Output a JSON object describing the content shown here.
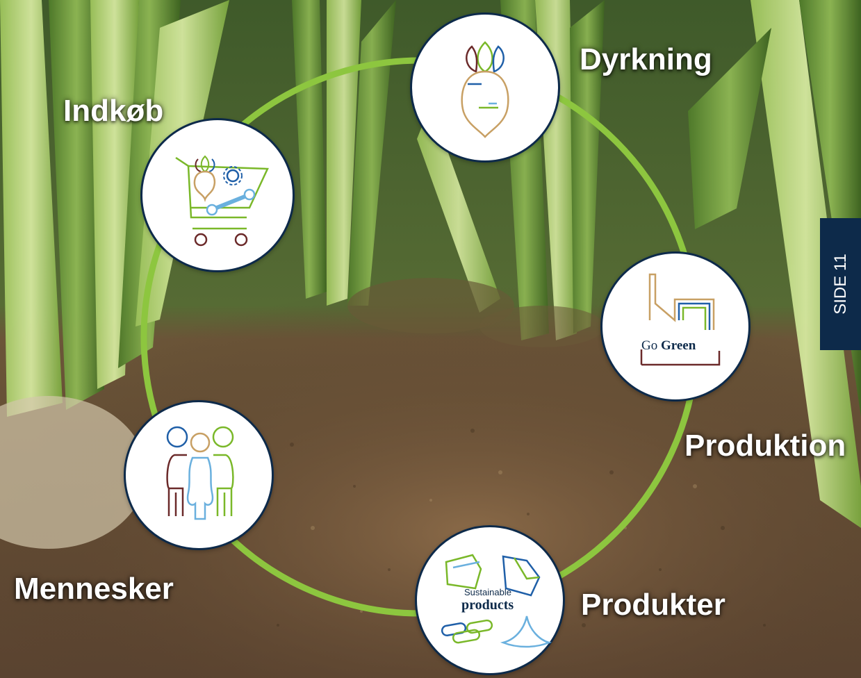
{
  "slide": {
    "page_marker": "SIDE 11"
  },
  "cycle": {
    "ring_color": "#8dc63f",
    "node_border_color": "#0d2a4a",
    "steps": [
      {
        "id": "dyrkning",
        "label": "Dyrkning",
        "icon": "sugar-beet-icon"
      },
      {
        "id": "produktion",
        "label": "Produktion",
        "icon": "factory-icon",
        "icon_text": {
          "prefix": "Go",
          "highlight": "Green"
        }
      },
      {
        "id": "produkter",
        "label": "Produkter",
        "icon": "products-icon",
        "icon_text": {
          "line1": "Sustainable",
          "line2": "products"
        }
      },
      {
        "id": "mennesker",
        "label": "Mennesker",
        "icon": "people-icon"
      },
      {
        "id": "indkob",
        "label": "Indkøb",
        "icon": "shopping-cart-icon"
      }
    ]
  },
  "colors": {
    "green": "#7ab829",
    "blue": "#1f5fa8",
    "light_blue": "#6ab0de",
    "brown": "#6b2a2a",
    "tan": "#c8a064",
    "navy": "#0d2a4a"
  }
}
